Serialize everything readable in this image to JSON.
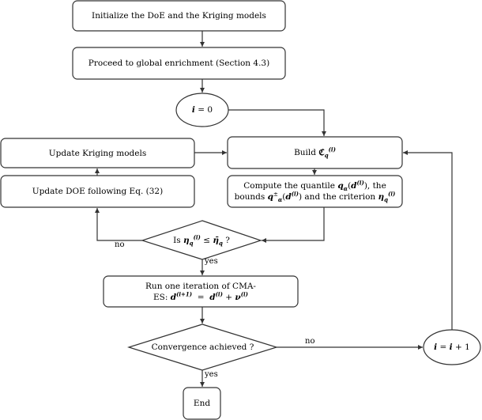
{
  "nodes": {
    "init": {
      "text": "Initialize the DoE and the Kriging models"
    },
    "global": {
      "text": "Proceed to global enrichment (Section 4.3)"
    },
    "i0": {
      "var": "i",
      "eq": " = 0"
    },
    "update_kriging": {
      "text": "Update Kriging models"
    },
    "build": {
      "text": "Build ",
      "sym": "ℭ",
      "sub": "q",
      "sup": "(i)"
    },
    "update_doe": {
      "text": "Update DOE following Eq. (32)"
    },
    "compute": {
      "line1_a": "Compute the quantile ",
      "line1_m": "q",
      "line1_sub": "α",
      "line1_b": "(",
      "line1_d": "d",
      "line1_sup": "(i)",
      "line1_c": "), the",
      "line2_a": "bounds ",
      "line2_m": "q",
      "line2_sup": "±",
      "line2_sub": "α",
      "line2_b": "(",
      "line2_d": "d",
      "line2_sup2": "(i)",
      "line2_c": ") and the criterion ",
      "line2_eta": "η",
      "line2_sub2": "q",
      "line2_sup3": "(i)"
    },
    "check": {
      "text": "Is ",
      "eta": "η",
      "sub": "q",
      "sup": "(i)",
      "op": " ≤ ",
      "bar": "η̄",
      "sub2": "q",
      "end": " ?"
    },
    "cma": {
      "line1": "Run one iteration of CMA-",
      "line2_a": "ES: ",
      "d1": "d",
      "sup1": "(i+1)",
      "eq": "  =  ",
      "d2": "d",
      "sup2": "(i)",
      "plus": " + ",
      "nu": "ν",
      "sup3": "(i)"
    },
    "conv": {
      "text": "Convergence achieved ?"
    },
    "inc": {
      "var": "i",
      "eq": " = ",
      "var2": "i",
      "plus": " + 1"
    },
    "end": {
      "text": "End"
    }
  },
  "edges": {
    "no1": "no",
    "yes1": "yes",
    "no2": "no",
    "yes2": "yes"
  }
}
